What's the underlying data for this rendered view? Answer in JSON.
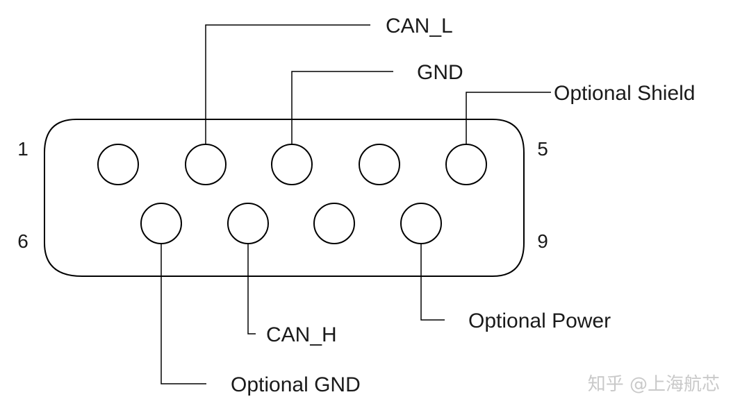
{
  "connector": {
    "pin_numbers": {
      "top_left": "1",
      "top_right": "5",
      "bottom_left": "6",
      "bottom_right": "9"
    },
    "labels": {
      "can_l": "CAN_L",
      "gnd": "GND",
      "optional_shield": "Optional Shield",
      "can_h": "CAN_H",
      "optional_power": "Optional Power",
      "optional_gnd": "Optional GND"
    }
  },
  "watermark": "知乎 @上海航芯"
}
